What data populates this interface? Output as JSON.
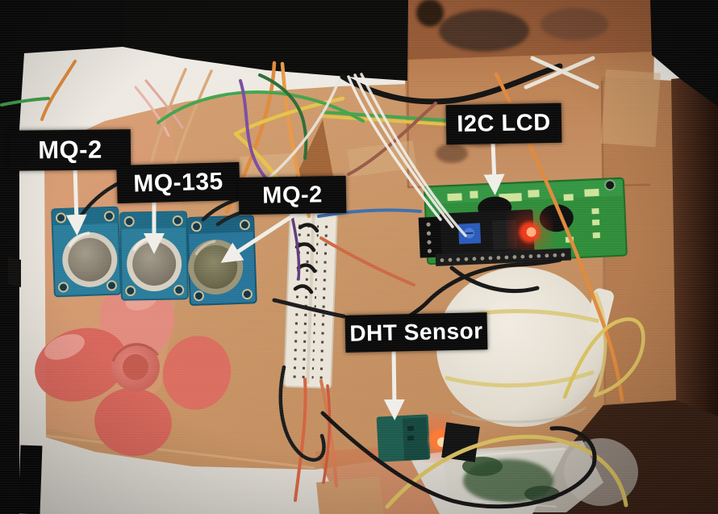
{
  "photo": {
    "annotations": [
      {
        "id": "mq2-left",
        "text": "MQ-2"
      },
      {
        "id": "mq135",
        "text": "MQ-135"
      },
      {
        "id": "mq2-center",
        "text": "MQ-2"
      },
      {
        "id": "i2c-lcd",
        "text": "I2C LCD"
      },
      {
        "id": "dht-sensor",
        "text": "DHT Sensor"
      }
    ],
    "components": [
      "gas-sensor-left",
      "gas-sensor-middle",
      "gas-sensor-right",
      "cooling-fan",
      "mini-breadboard",
      "i2c-lcd-module",
      "dht-sensor-board",
      "white-mask-dome",
      "plastic-bag",
      "cardboard-base"
    ],
    "colors": {
      "annotation_bg": "#0b0b0b",
      "annotation_text": "#ffffff",
      "arrow": "#f0eee8",
      "background": "#0a0a0a",
      "cloth": "#e9e5de",
      "cardboard": "#c79467",
      "cardboard_dark": "#9b5f3a",
      "sensor_pcb": "#2a7d9b",
      "sensor_dome_silver": "#8f8779",
      "sensor_dome_olive": "#6e6b4e",
      "lcd_pcb": "#2f8d3a",
      "led_glow": "#ff4a1e",
      "fan_red": "#d7635a",
      "breadboard": "#eae4d8",
      "dht_pcb": "#1e5c50",
      "wire_orange": "#e08a3c",
      "wire_yellow": "#e5c34a",
      "wire_green": "#44a44e",
      "wire_purple": "#7b4fa0",
      "wire_blue": "#3f6fae",
      "wire_white": "#f0ede8",
      "wire_black": "#1c1c1c"
    }
  }
}
